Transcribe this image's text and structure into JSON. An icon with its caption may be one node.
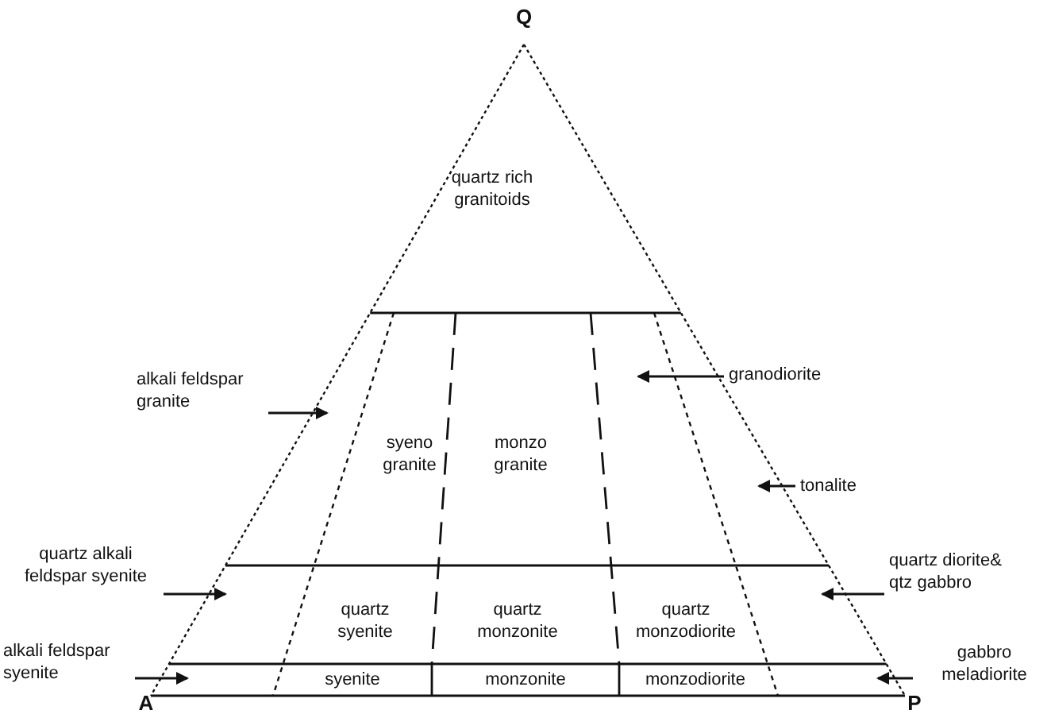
{
  "diagram": {
    "nodes": [
      {
        "text": [
          "alkali feldspar granite"
        ]
      },
      {
        "text": [
          "granodiorite"
        ]
      },
      {
        "text": [
          "tonalite"
        ]
      },
      {
        "text": [
          "quartz alkali feldspar syenite"
        ]
      },
      {
        "text": [
          "quartz diorite& qtz gabbro"
        ]
      },
      {
        "text": [
          "alkali feldspar syenite"
        ]
      },
      {
        "text": [
          "gabbro meladiorite"
        ]
      }
    ],
    "edges": [
      {
        "from": 0,
        "to": null,
        "arrow": "to"
      },
      {
        "from": 1,
        "to": null,
        "arrow": "to"
      },
      {
        "from": 2,
        "to": null,
        "arrow": "to"
      },
      {
        "from": 3,
        "to": null,
        "arrow": "to"
      },
      {
        "from": 4,
        "to": null,
        "arrow": "to"
      },
      {
        "from": 5,
        "to": null,
        "arrow": "to"
      },
      {
        "from": 6,
        "to": null,
        "arrow": "to"
      }
    ],
    "labels": [
      "Q",
      "quartz rich granitoids",
      "syeno granite",
      "monzo granite",
      "quartz syenite",
      "quartz monzonite",
      "quartz monzodiorite",
      "A",
      "syenite",
      "monzonite",
      "monzodiorite",
      "P"
    ]
  }
}
